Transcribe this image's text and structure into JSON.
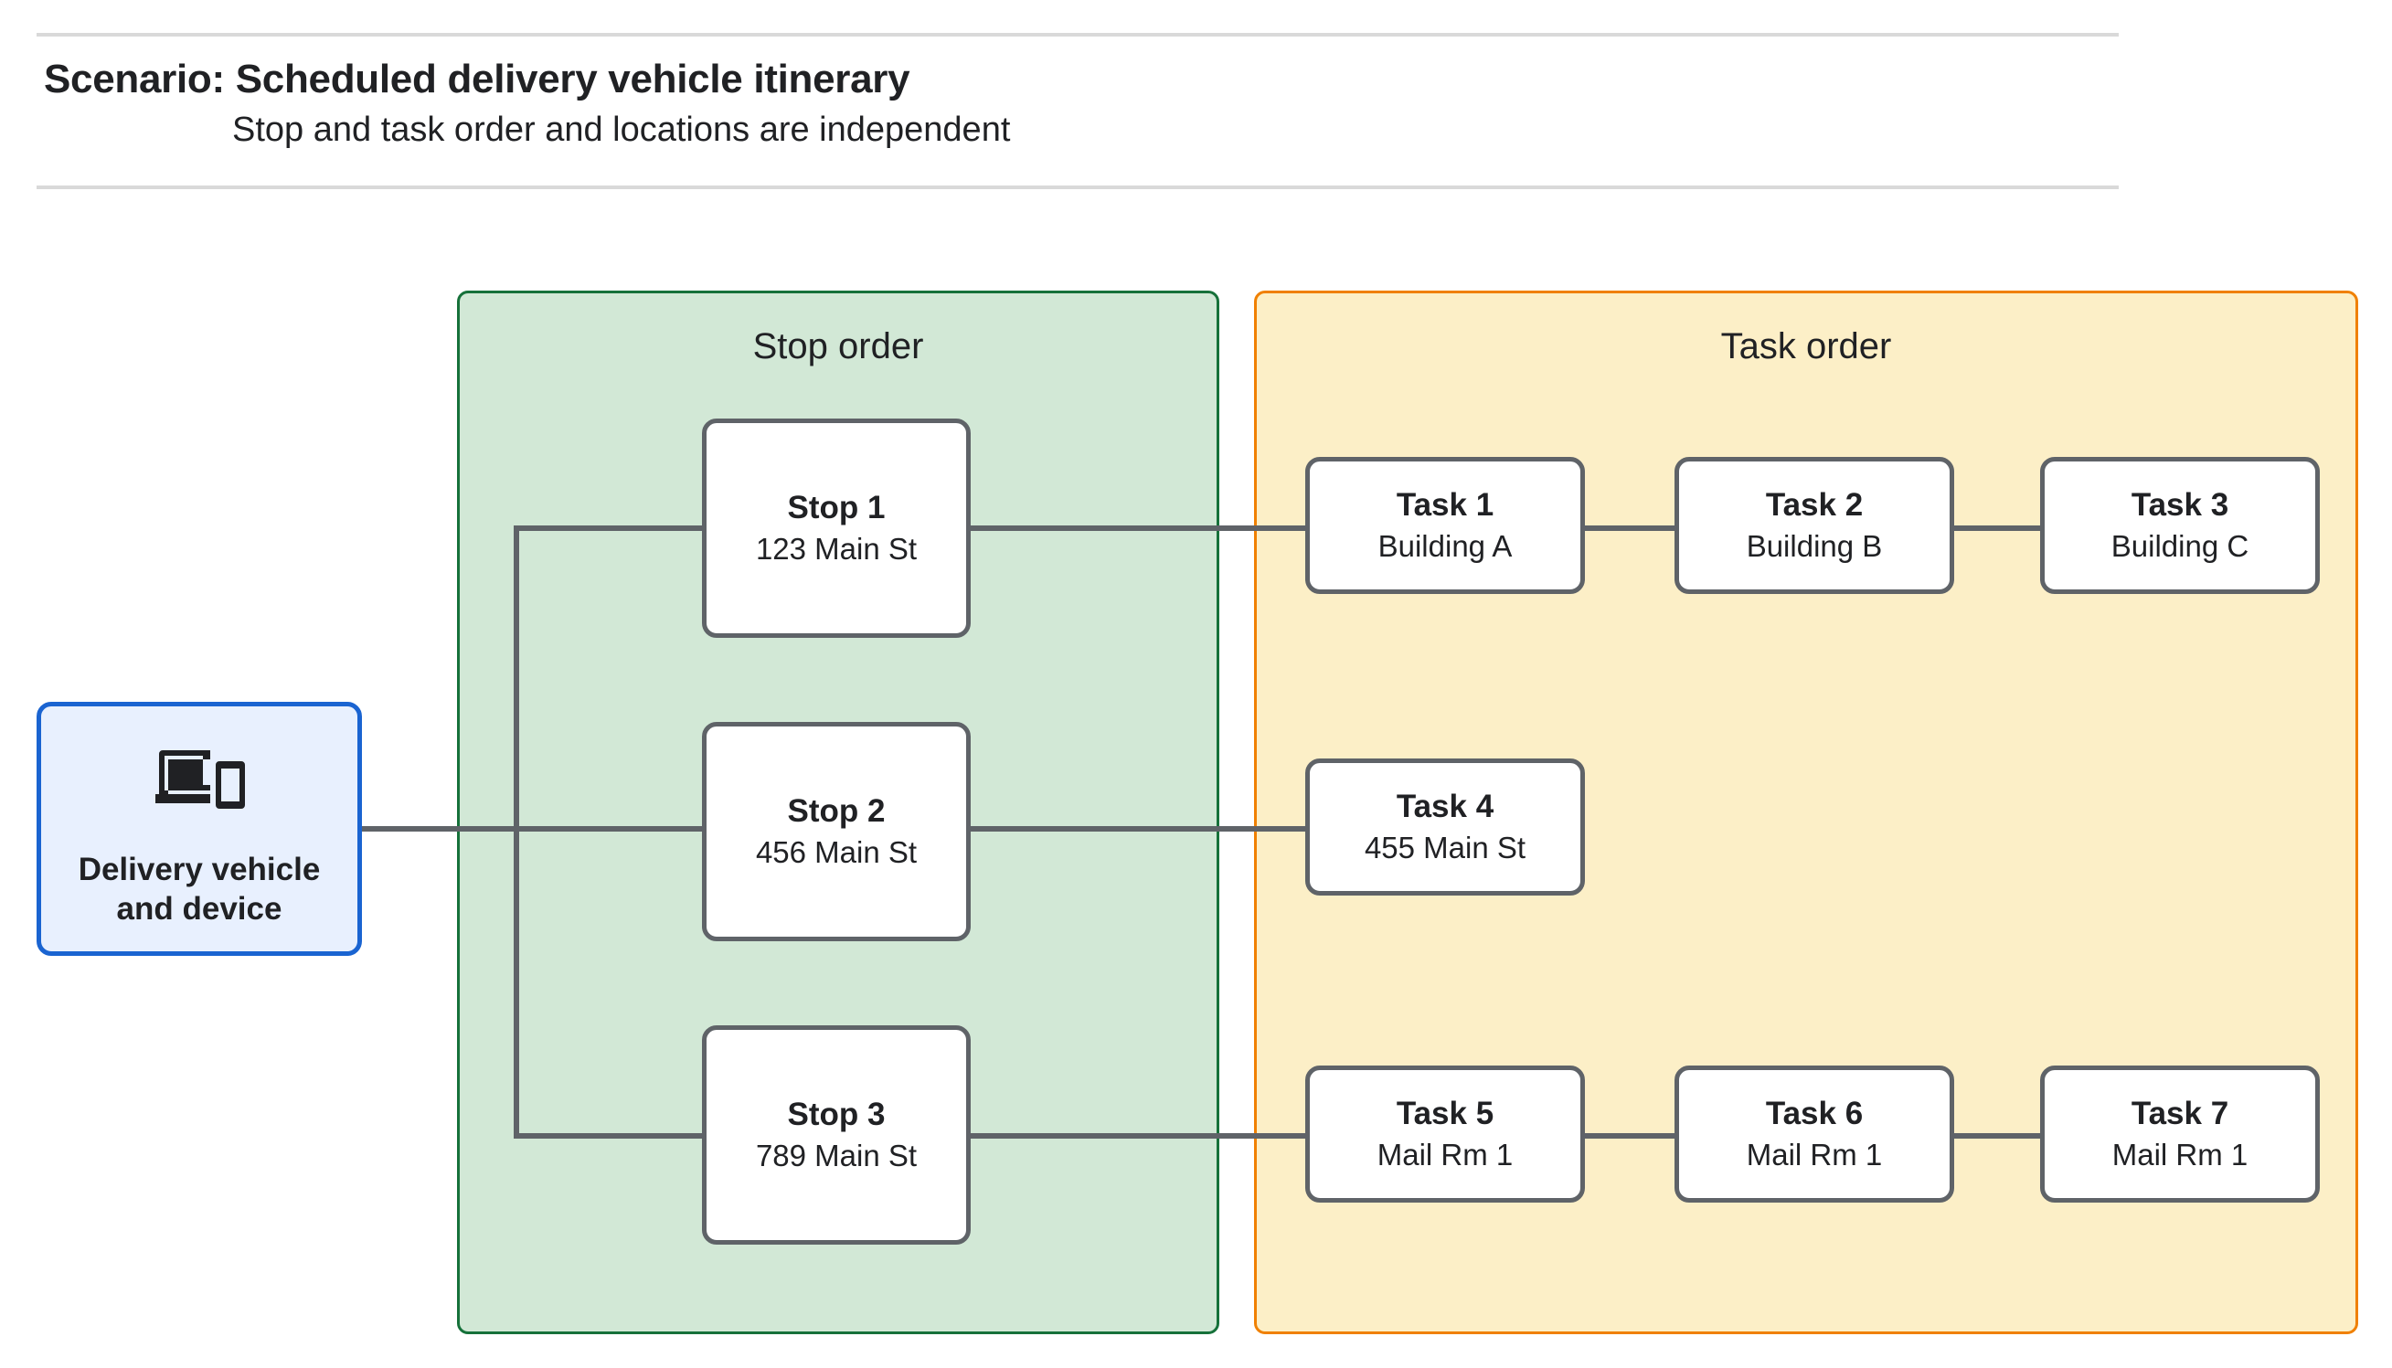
{
  "header": {
    "title": "Scenario: Scheduled delivery vehicle itinerary",
    "subtitle": "Stop and task order and locations are independent"
  },
  "device": {
    "icon": "devices-icon",
    "label": "Delivery vehicle\nand device"
  },
  "lanes": {
    "stop": {
      "title": "Stop order",
      "fill": "#d2e8d6",
      "border": "#16713a"
    },
    "task": {
      "title": "Task order",
      "fill": "#fcefc7",
      "border": "#f08000"
    }
  },
  "stops": [
    {
      "title": "Stop 1",
      "location": "123 Main St"
    },
    {
      "title": "Stop 2",
      "location": "456 Main St"
    },
    {
      "title": "Stop 3",
      "location": "789 Main St"
    }
  ],
  "tasks": [
    {
      "title": "Task 1",
      "location": "Building A"
    },
    {
      "title": "Task 2",
      "location": "Building B"
    },
    {
      "title": "Task 3",
      "location": "Building C"
    },
    {
      "title": "Task 4",
      "location": "455 Main St"
    },
    {
      "title": "Task 5",
      "location": "Mail Rm 1"
    },
    {
      "title": "Task 6",
      "location": "Mail Rm 1"
    },
    {
      "title": "Task 7",
      "location": "Mail Rm 1"
    }
  ],
  "colors": {
    "connector": "#5f6368",
    "node_border": "#5f6368",
    "device_border": "#1a64d1",
    "device_fill": "#e8f0fe",
    "rule": "#d9d9d9",
    "text": "#202124"
  }
}
